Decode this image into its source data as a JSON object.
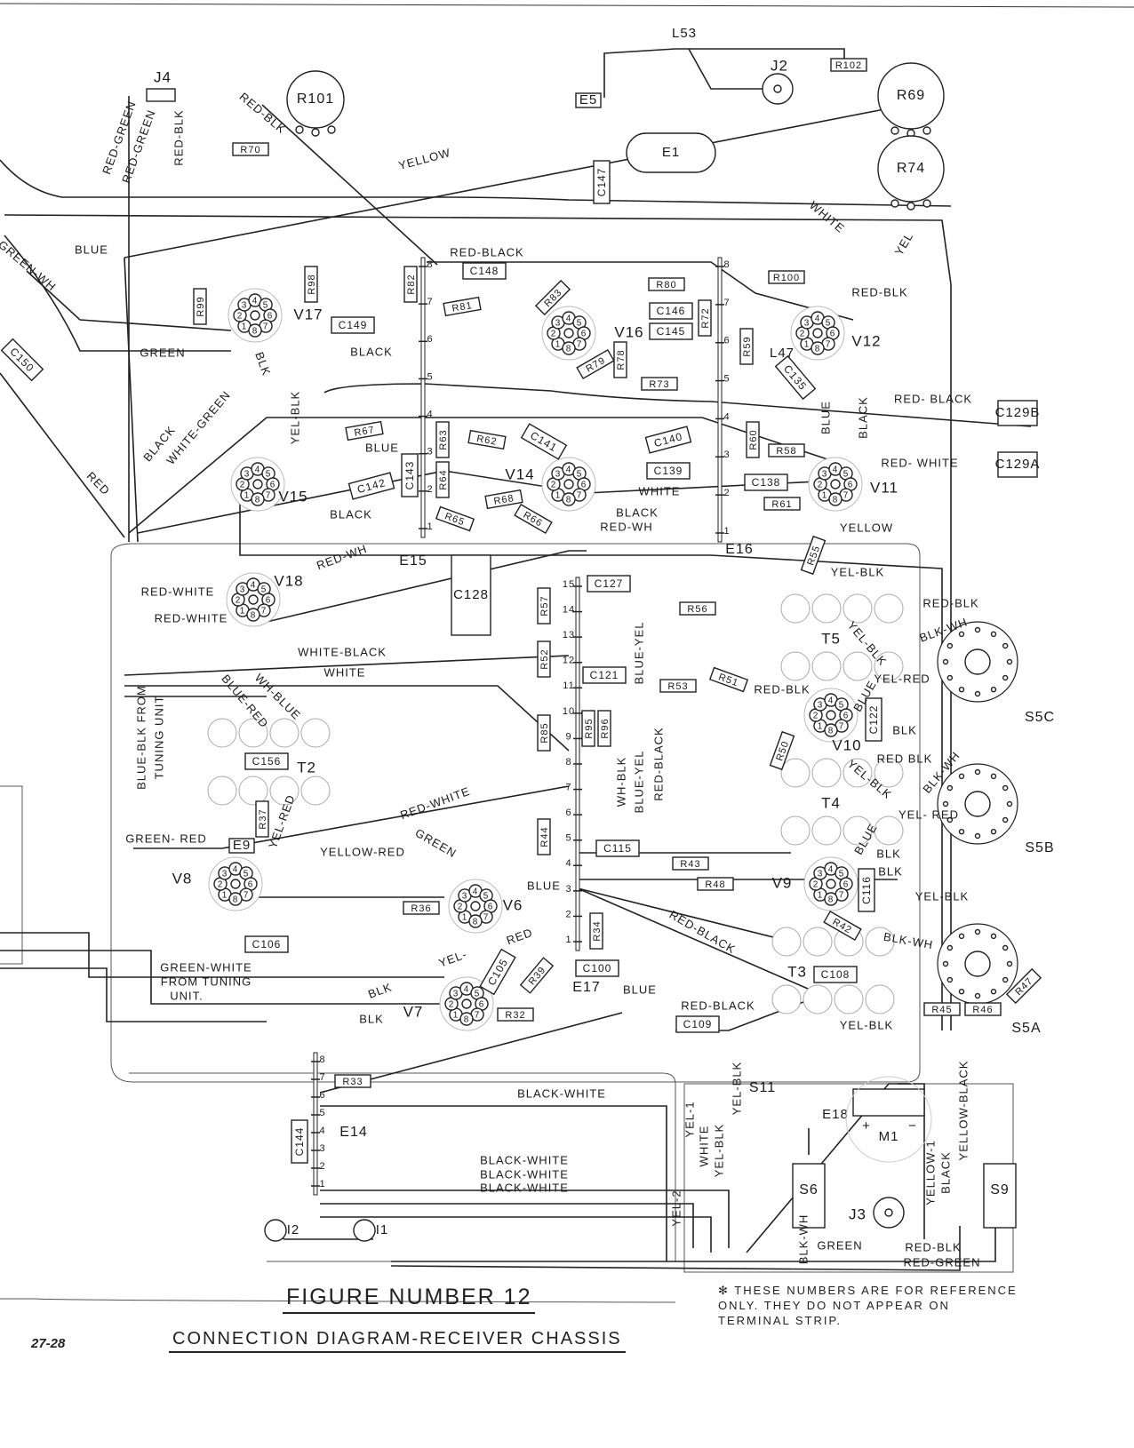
{
  "figure": {
    "title": "FIGURE NUMBER 12",
    "subtitle": "CONNECTION DIAGRAM-RECEIVER CHASSIS",
    "page_number": "27-28",
    "footnote": [
      "✻ THESE  NUMBERS  ARE  FOR  REFERENCE",
      "ONLY.  THEY  DO  NOT  APPEAR  ON",
      "TERMINAL  STRIP."
    ]
  },
  "potentiometers": [
    "R101",
    "R69",
    "R74"
  ],
  "tubes": [
    "V17",
    "V16",
    "V12",
    "V15",
    "V14",
    "V11",
    "V18",
    "V10",
    "V8",
    "V6",
    "V9",
    "V7"
  ],
  "socket_pins": [
    "1",
    "2",
    "3",
    "4",
    "5",
    "6",
    "7",
    "8"
  ],
  "transformers": [
    "T5",
    "T2",
    "T4",
    "T3"
  ],
  "switches": [
    "S5C",
    "S5B",
    "S5A",
    "S11",
    "S6",
    "S9"
  ],
  "jacks": [
    "J2",
    "J3",
    "J4"
  ],
  "terminal_strips": [
    "E15",
    "E16",
    "E14",
    "E17"
  ],
  "strip_terminals": [
    "1",
    "2",
    "3",
    "4",
    "5",
    "6",
    "7",
    "8",
    "9",
    "10",
    "11",
    "12",
    "13",
    "14",
    "15"
  ],
  "misc": [
    "E1",
    "E5",
    "E9",
    "E18",
    "L53",
    "L47",
    "M1",
    "I1",
    "I2",
    "C128",
    "C129A",
    "C129B",
    "+",
    "−"
  ],
  "resistors": [
    "R70",
    "R102",
    "R82",
    "R81",
    "R83",
    "R80",
    "R100",
    "R72",
    "R59",
    "R78",
    "R79",
    "R73",
    "R99",
    "R98",
    "R67",
    "R63",
    "R64",
    "R62",
    "R68",
    "R65",
    "R66",
    "R60",
    "R58",
    "R61",
    "R55",
    "R56",
    "R57",
    "R52",
    "R53",
    "R51",
    "R85",
    "R95",
    "R96",
    "R50",
    "R37",
    "R44",
    "R43",
    "R48",
    "R36",
    "R42",
    "R34",
    "R39",
    "R32",
    "R33",
    "R45",
    "R46",
    "R47"
  ],
  "capacitors": [
    "C148",
    "C149",
    "C146",
    "C145",
    "C147",
    "C150",
    "C141",
    "C140",
    "C139",
    "C138",
    "C142",
    "C143",
    "C127",
    "C121",
    "C122",
    "C156",
    "C115",
    "C116",
    "C106",
    "C100",
    "C105",
    "C108",
    "C109",
    "C144",
    "C135"
  ],
  "wire_labels": [
    "RED-BLK",
    "RED-GREEN",
    "RED-GREEN",
    "RED-BLK",
    "YELLOW",
    "BLUE",
    "GREEN-WH",
    "GREEN",
    "RED-BLACK",
    "BLACK",
    "WHITE",
    "YEL",
    "RED-BLK",
    "RED- BLACK",
    "BLACK",
    "BLUE",
    "RED- WHITE",
    "YELLOW",
    "YEL-BLK",
    "BLK",
    "BLACK",
    "WHITE-GREEN",
    "RED",
    "BLUE",
    "BLACK",
    "WHITE",
    "BLACK",
    "RED-WH",
    "RED-WH",
    "YEL-BLK",
    "RED-WHITE",
    "RED-WHITE",
    "RED-BLK",
    "BLK-WH",
    "YEL-BLK",
    "YEL-RED",
    "RED-BLK",
    "BLUE",
    "BLK",
    "WHITE-BLACK",
    "WHITE",
    "WH-BLUE",
    "BLUE-RED",
    "BLUE-BLK FROM",
    "TUNING UNIT",
    "BLUE-YEL",
    "WH-BLK",
    "BLUE-YEL",
    "RED-BLACK",
    "RED-WHITE",
    "GREEN",
    "YELLOW-RED",
    "GREEN- RED",
    "YEL-RED",
    "RED BLK",
    "BLK-WH",
    "YEL-BLK",
    "YEL- RED",
    "BLUE",
    "BLK",
    "BLK",
    "YEL-BLK",
    "BLUE",
    "RED-BLACK",
    "RED",
    "YEL-",
    "BLK",
    "BLK",
    "BLK-WH",
    "GREEN-WHITE",
    "FROM TUNING",
    "UNIT.",
    "BLUE",
    "RED-BLACK",
    "YEL-BLK",
    "BLACK-WHITE",
    "BLACK-WHITE",
    "BLACK-WHITE",
    "BLACK-WHITE",
    "YEL-2",
    "YEL-1",
    "WHITE",
    "YEL-BLK",
    "YEL-BLK",
    "YELLOW-1",
    "BLACK",
    "YELLOW-BLACK",
    "GREEN",
    "RED-BLK",
    "RED-GREEN",
    "BLK-WH"
  ]
}
